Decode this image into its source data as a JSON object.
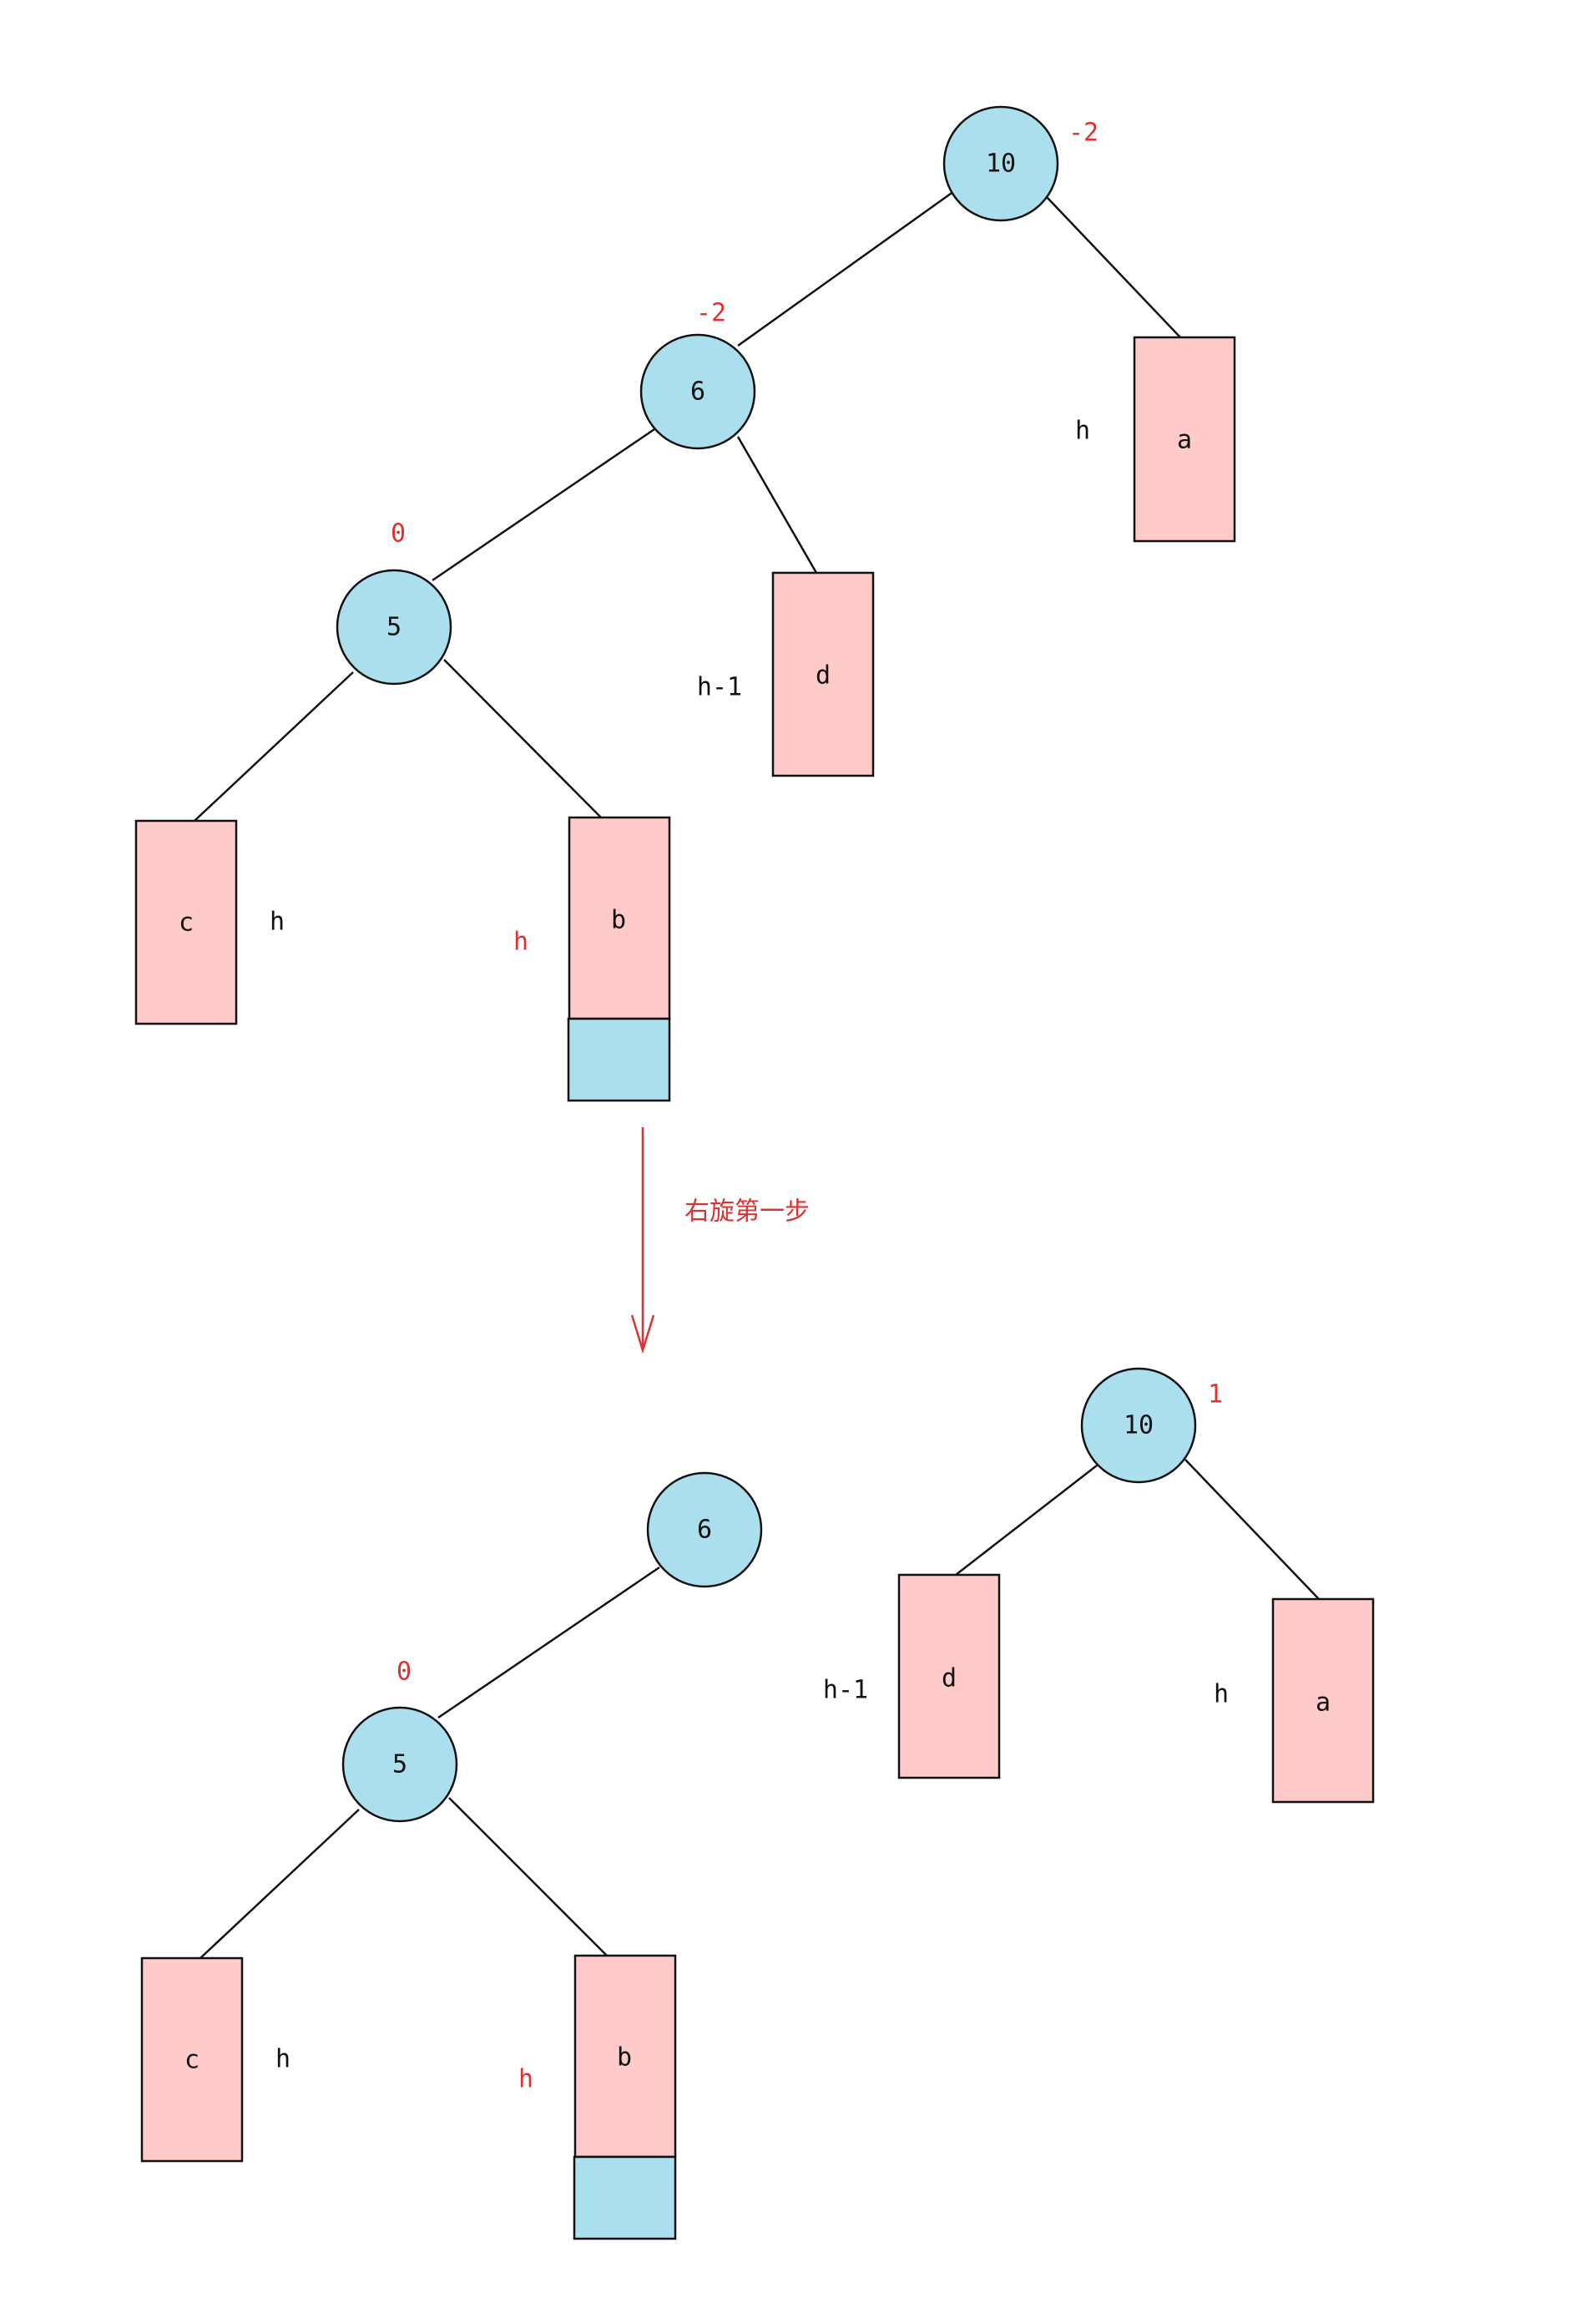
{
  "colors": {
    "node_fill": "#acdfee",
    "subtree_fill": "#ffcaca",
    "annotation_red": "#e03131",
    "line": "#111111"
  },
  "top": {
    "nodes": {
      "n10": "10",
      "n6": "6",
      "n5": "5"
    },
    "balance_factors": {
      "n10": "-2",
      "n6": "-2",
      "n5": "0"
    },
    "subtrees": {
      "a": "a",
      "d": "d",
      "c": "c",
      "b": "b"
    },
    "heights": {
      "a": "h",
      "d": "h-1",
      "c": "h",
      "b": "h"
    }
  },
  "transition": {
    "label": "右旋第一步"
  },
  "bottom": {
    "left": {
      "nodes": {
        "n6": "6",
        "n5": "5"
      },
      "balance_factors": {
        "n5": "0"
      },
      "subtrees": {
        "c": "c",
        "b": "b"
      },
      "heights": {
        "c": "h",
        "b": "h"
      }
    },
    "right": {
      "nodes": {
        "n10": "10"
      },
      "balance_factors": {
        "n10": "1"
      },
      "subtrees": {
        "d": "d",
        "a": "a"
      },
      "heights": {
        "d": "h-1",
        "a": "h"
      }
    }
  }
}
